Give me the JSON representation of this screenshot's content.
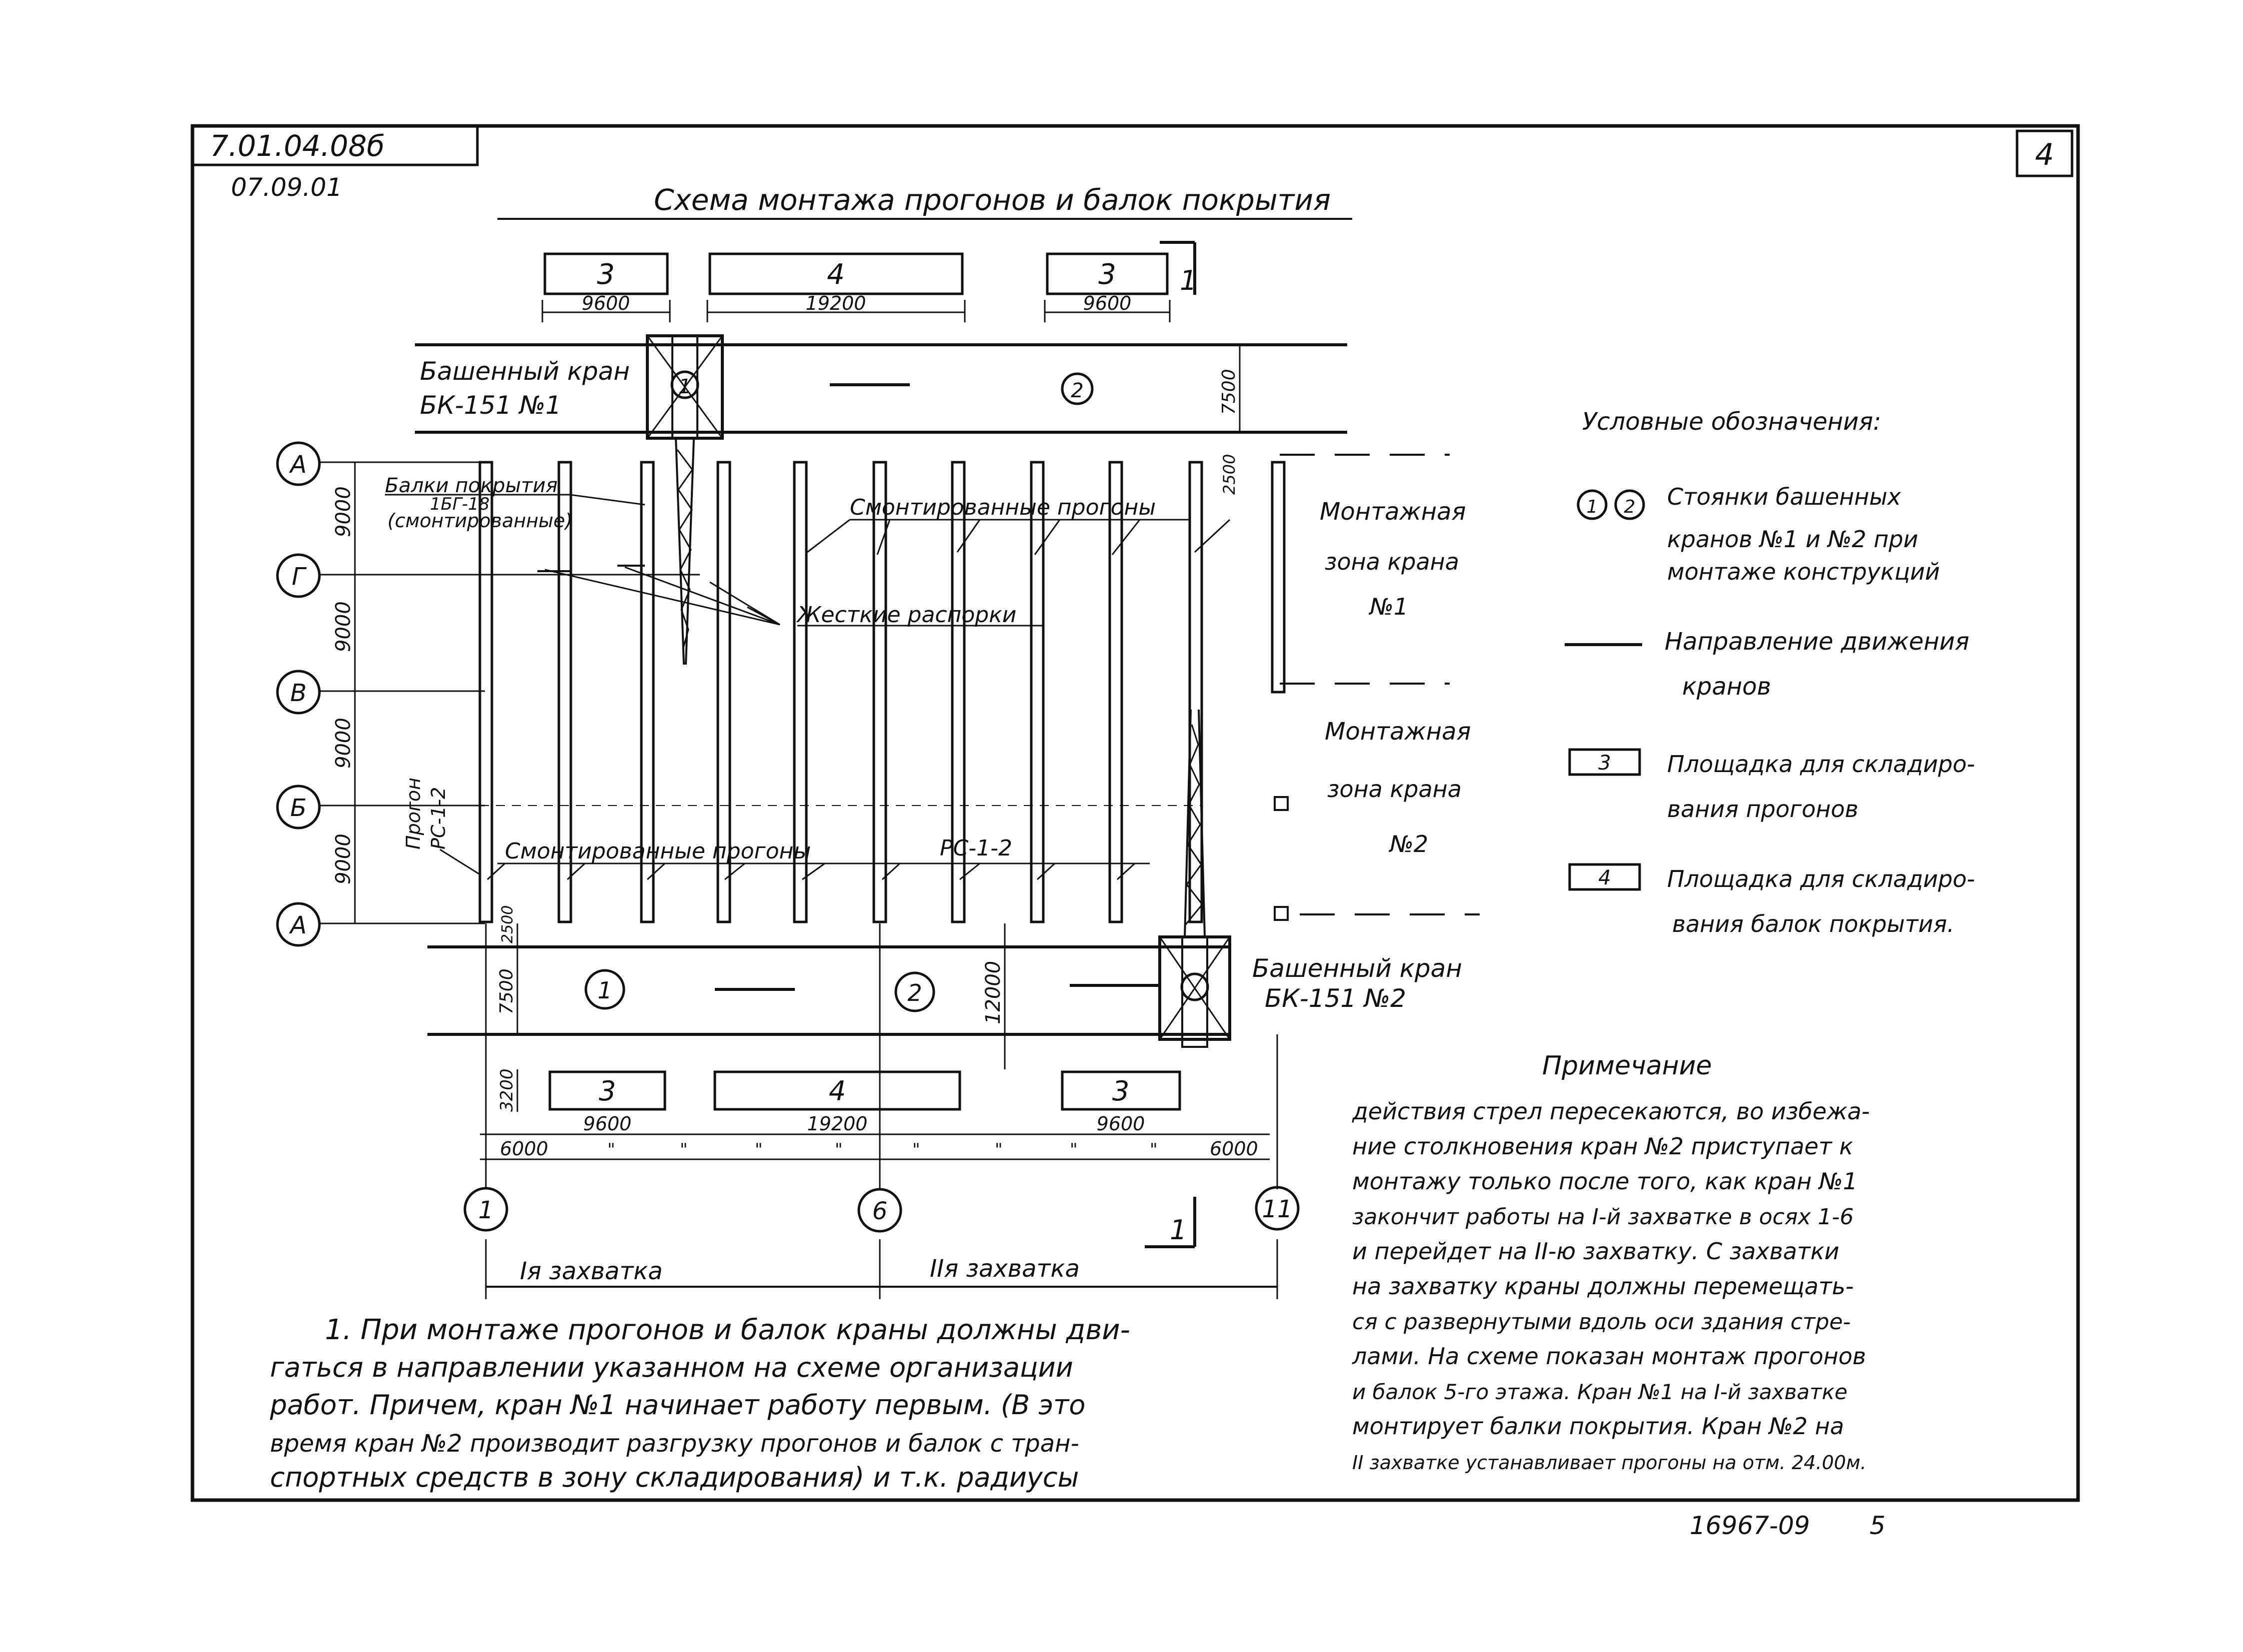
{
  "stamp": {
    "doc_code": "7.01.04.08б",
    "doc_date": "07.09.01"
  },
  "sheet_number": "4",
  "title": "Схема монтажа прогонов и балок покрытия",
  "section_mark": "1",
  "storage_top": [
    {
      "label": "3",
      "dim": "9600"
    },
    {
      "label": "4",
      "dim": "19200"
    },
    {
      "label": "3",
      "dim": "9600"
    }
  ],
  "storage_bottom": [
    {
      "label": "3",
      "dim": "9600"
    },
    {
      "label": "4",
      "dim": "19200"
    },
    {
      "label": "3",
      "dim": "9600"
    }
  ],
  "crane1": {
    "line1": "Башенный кран",
    "line2": "БК-151 №1"
  },
  "crane2": {
    "line1": "Башенный кран",
    "line2": "БК-151 №2"
  },
  "crane_stops": {
    "top": [
      "1",
      "2"
    ],
    "bottom": [
      "1",
      "2"
    ]
  },
  "row_axes": [
    "А",
    "Г",
    "В",
    "Б",
    "А"
  ],
  "row_dims": [
    "9000",
    "9000",
    "9000",
    "9000"
  ],
  "col_axes": [
    "1",
    "6",
    "11"
  ],
  "dims": {
    "top_track": "7500",
    "top_gap": "2500",
    "bottom_gap": "2500",
    "bottom_track": "7500",
    "bottom_storage": "3200",
    "crane_reach": "12000",
    "edge_left": "6000",
    "edge_right": "6000",
    "step_mark": "\""
  },
  "labels": {
    "beams": "Балки покрытия",
    "beams_type": "1БГ-18",
    "beams_note": "(смонтированные)",
    "purlins_top": "Смонтированные прогоны",
    "braces": "Жесткие распорки",
    "purlins_bottom": "Смонтированные прогоны",
    "purlin_type": "РС-1-2",
    "side_purlin_1": "Прогон",
    "side_purlin_2": "РС-1-2"
  },
  "zones": {
    "zone1": [
      "Монтажная",
      "зона крана",
      "№1"
    ],
    "zone2": [
      "Монтажная",
      "зона крана",
      "№2"
    ]
  },
  "grips": {
    "first": "Iя захватка",
    "second": "IIя захватка"
  },
  "legend": {
    "title": "Условные обозначения:",
    "stops": [
      "Стоянки башенных",
      "кранов №1 и №2 при",
      "монтаже конструкций"
    ],
    "direction": [
      "Направление движения",
      "кранов"
    ],
    "purlin_storage_label": "3",
    "purlin_storage": [
      "Площадка для складиро-",
      "вания прогонов"
    ],
    "beam_storage_label": "4",
    "beam_storage": [
      "Площадка для складиро-",
      "вания балок покрытия."
    ]
  },
  "note": {
    "title": "Примечание",
    "lines": [
      "действия стрел пересекаются, во избежа-",
      "ние столкновения кран №2 приступает к",
      "монтажу только после того, как кран №1",
      "закончит работы на I-й захватке в осях 1-6",
      "и перейдет на II-ю захватку. С захватки",
      "на захватку краны должны перемещать-",
      "ся с развернутыми вдоль оси здания стре-",
      "лами. На схеме показан монтаж прогонов",
      "и балок 5-го этажа. Кран №1 на I-й захватке",
      "монтирует балки покрытия. Кран №2 на",
      "II захватке устанавливает прогоны на отм. 24.00м."
    ]
  },
  "instructions": {
    "lines": [
      "1. При монтаже прогонов и балок краны должны дви-",
      "гаться в направлении указанном на схеме организации",
      "работ. Причем, кран №1 начинает работу первым. (В это",
      "время кран №2 производит разгрузку прогонов и балок с тран-",
      "спортных средств в зону складирования) и т.к. радиусы"
    ]
  },
  "footer": {
    "code": "16967-09",
    "page": "5"
  }
}
